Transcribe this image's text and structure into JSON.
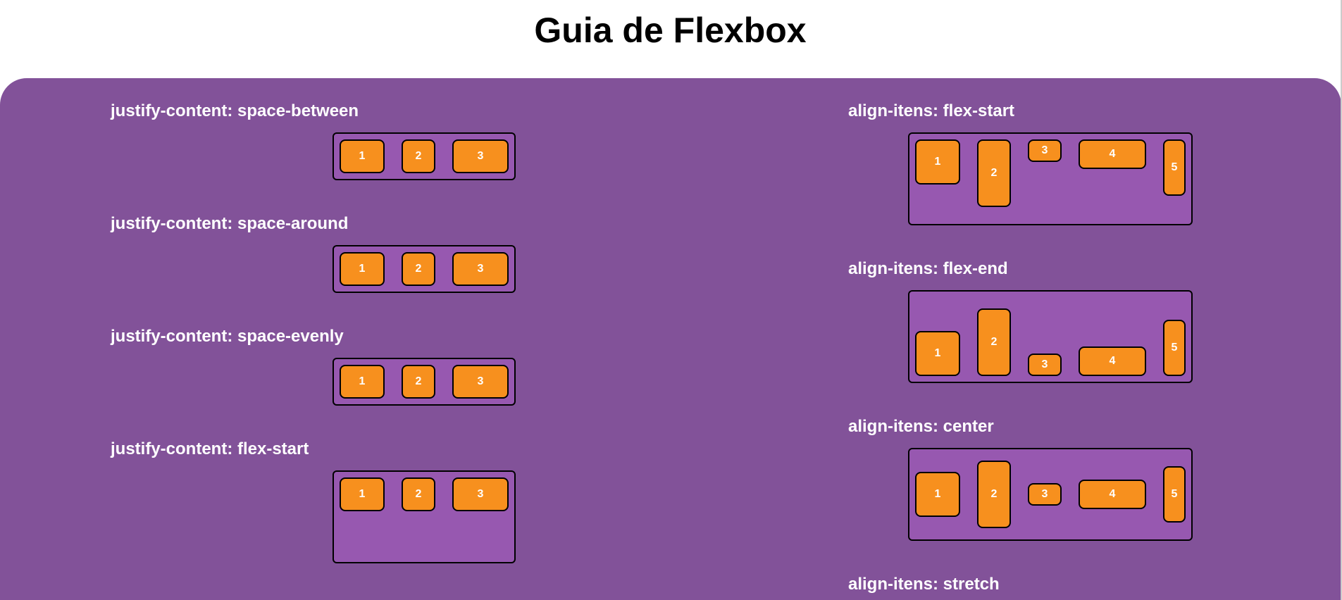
{
  "page_title": "Guia de Flexbox",
  "left_sections": [
    {
      "label": "justify-content: space-between",
      "items": [
        "1",
        "2",
        "3"
      ]
    },
    {
      "label": "justify-content: space-around",
      "items": [
        "1",
        "2",
        "3"
      ]
    },
    {
      "label": "justify-content: space-evenly",
      "items": [
        "1",
        "2",
        "3"
      ]
    },
    {
      "label": "justify-content: flex-start",
      "items": [
        "1",
        "2",
        "3"
      ]
    }
  ],
  "right_sections": [
    {
      "label": "align-itens: flex-start",
      "items": [
        "1",
        "2",
        "3",
        "4",
        "5"
      ]
    },
    {
      "label": "align-itens: flex-end",
      "items": [
        "1",
        "2",
        "3",
        "4",
        "5"
      ]
    },
    {
      "label": "align-itens: center",
      "items": [
        "1",
        "2",
        "3",
        "4",
        "5"
      ]
    },
    {
      "label": "align-itens: stretch",
      "items": []
    }
  ],
  "colors": {
    "panel": "#825299",
    "box": "#9758b0",
    "item": "#f7901e"
  }
}
